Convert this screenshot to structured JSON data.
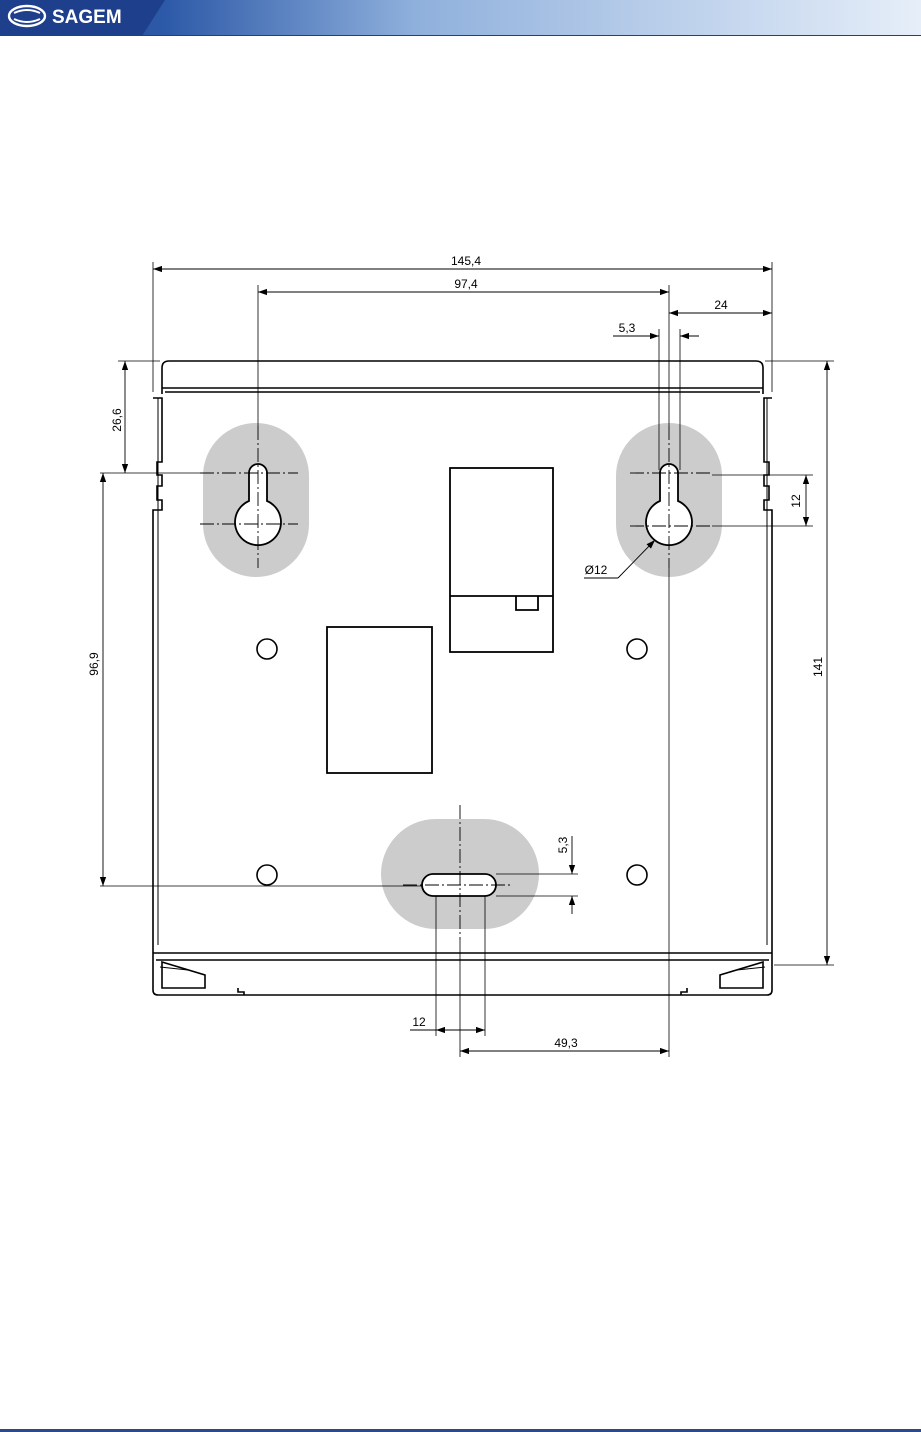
{
  "header": {
    "brand": "SAGEM",
    "brand_icon": "sagem-ellipse-logo-icon",
    "colors": {
      "banner_dark": "#1e3f8c",
      "banner_light": "#dfe9f7",
      "logo_text": "#ffffff"
    }
  },
  "drawing": {
    "colors": {
      "line": "#000000",
      "highlight": "#cccccc",
      "paper": "#ffffff"
    },
    "dimensions": {
      "overall_width": "145,4",
      "hole_spacing": "97,4",
      "right_offset": "24",
      "slot_width_top": "5,3",
      "top_to_hole": "26,6",
      "hole_step": "12",
      "hole_diameter": "Ø12",
      "vertical_hole_span": "96,9",
      "overall_height": "141",
      "slot_height": "5,3",
      "slot_length": "12",
      "slot_to_hole": "49,3"
    }
  },
  "footer": {
    "rule_color": "#2a4a8a"
  }
}
